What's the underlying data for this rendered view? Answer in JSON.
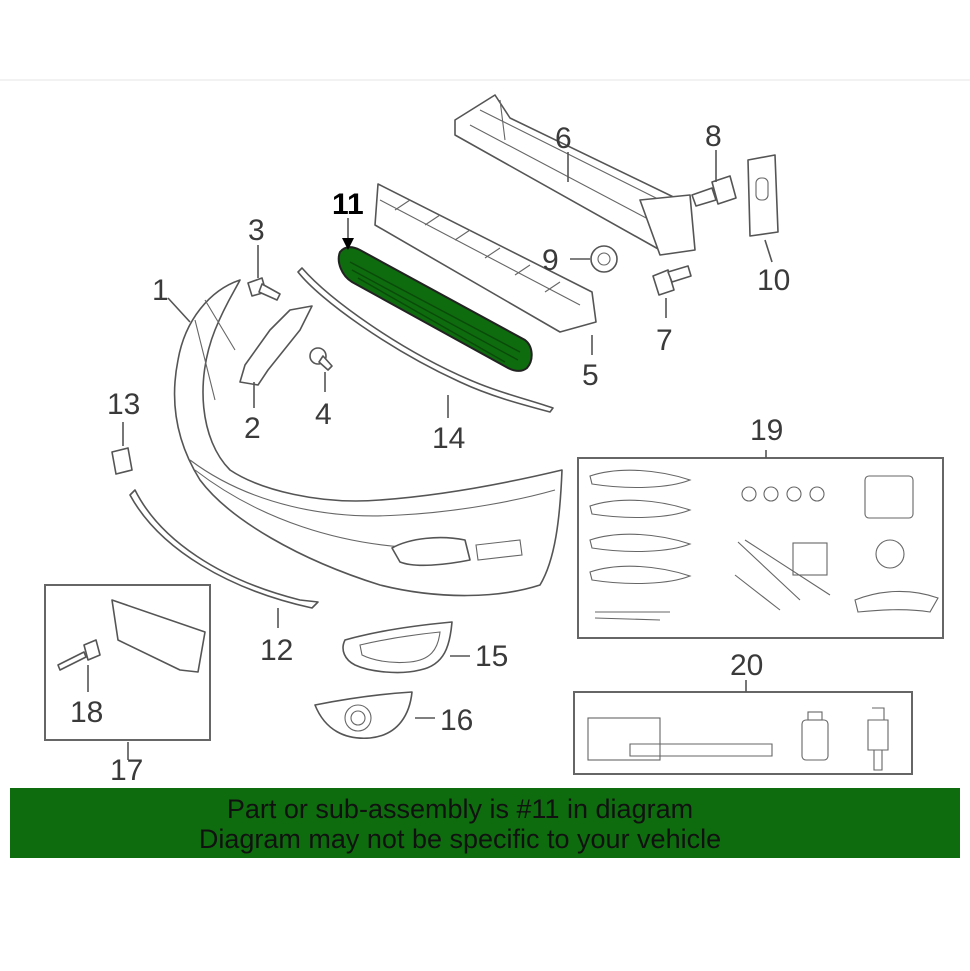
{
  "colors": {
    "highlight": "#0e6b0e",
    "banner_bg": "#0e6b0e",
    "line": "#555555"
  },
  "labels": {
    "p1": "1",
    "p2": "2",
    "p3": "3",
    "p4": "4",
    "p5": "5",
    "p6": "6",
    "p7": "7",
    "p8": "8",
    "p9": "9",
    "p10": "10",
    "p11": "11",
    "p12": "12",
    "p13": "13",
    "p14": "14",
    "p15": "15",
    "p16": "16",
    "p17": "17",
    "p18": "18",
    "p19": "19",
    "p20": "20"
  },
  "banner": {
    "line1": "Part or sub-assembly is #11 in diagram",
    "line2": "Diagram may not be specific to your vehicle"
  }
}
